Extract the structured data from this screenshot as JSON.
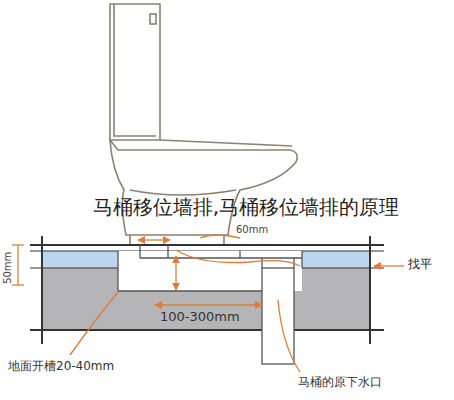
{
  "diagram": {
    "title": "马桶移位墙排,马桶移位墙排的原理",
    "labels": [
      "60mm",
      "50mm",
      "找平",
      "100-300mm",
      "地面开槽20-40mm",
      "马桶的原下水口"
    ]
  }
}
